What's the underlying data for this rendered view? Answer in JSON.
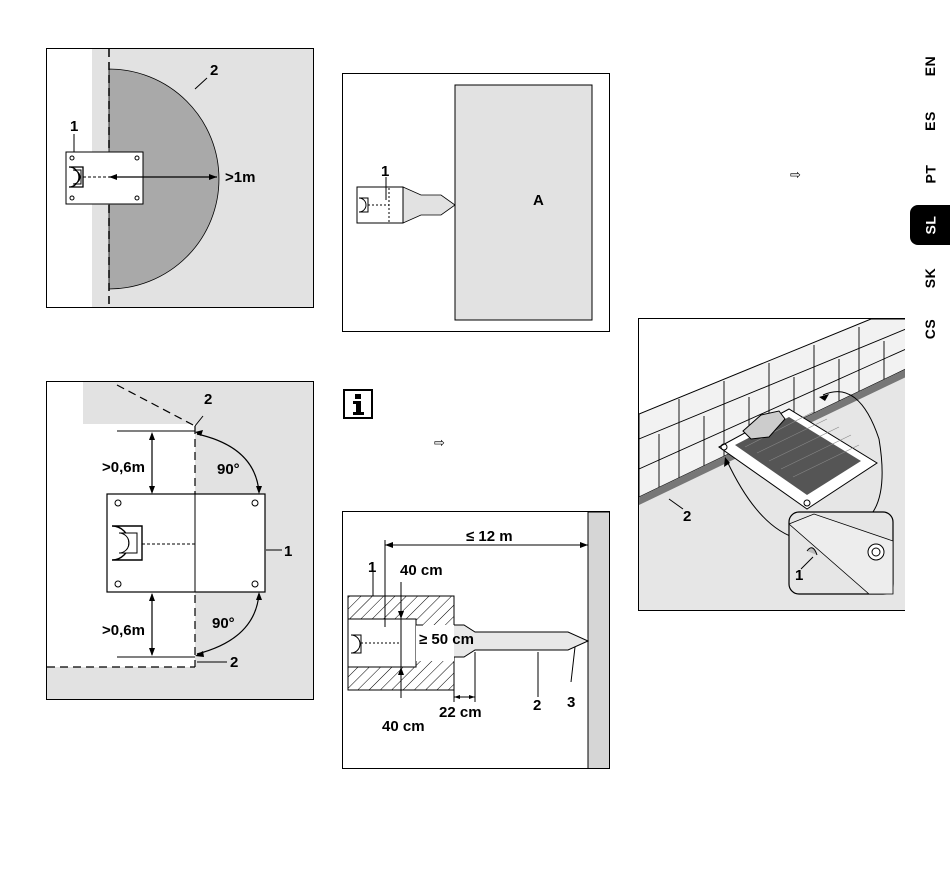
{
  "sidebar": {
    "languages": [
      "EN",
      "ES",
      "PT",
      "SL",
      "SK",
      "CS"
    ],
    "active": "SL"
  },
  "arrow_refs": [
    "⇨",
    "⇨"
  ],
  "info_icon": "info-icon",
  "figures": {
    "fig1": {
      "labels": {
        "station": "1",
        "area": "2",
        "distance": ">1m"
      }
    },
    "fig2": {
      "labels": {
        "station": "1",
        "area": "A"
      }
    },
    "fig3": {
      "labels": {
        "corner_top": "2",
        "corner_bottom": "2",
        "station": "1",
        "clear_top": ">0,6m",
        "clear_bottom": ">0,6m",
        "angle_top": "90°",
        "angle_bottom": "90°"
      }
    },
    "fig4": {
      "labels": {
        "max_dist": "≤ 12 m",
        "station": "1",
        "width_top": "40 cm",
        "min_len": "≥ 50 cm",
        "width_bottom": "40 cm",
        "offset": "22 cm",
        "wire": "2",
        "peg": "3"
      }
    },
    "fig5": {
      "labels": {
        "edge": "2",
        "detail": "1"
      }
    }
  }
}
